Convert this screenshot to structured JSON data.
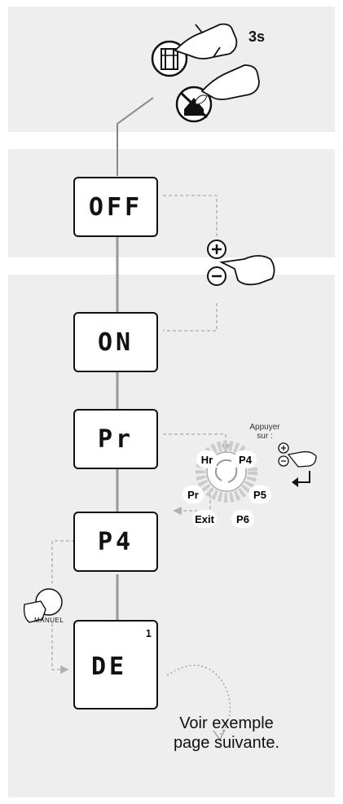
{
  "hold_time": "3s",
  "displays": {
    "off": "OFF",
    "on": "ON",
    "pr": "Pr",
    "p4": "P4",
    "de": "DE",
    "de_corner": "1"
  },
  "instruction": {
    "line1": "Appuyer",
    "line2": "sur :"
  },
  "menu_cycle": {
    "items": [
      "Hr",
      "P4",
      "P5",
      "P6",
      "Exit",
      "Pr"
    ]
  },
  "manual_button_label": "MANUEL",
  "footer": {
    "line1": "Voir exemple",
    "line2": "page suivante."
  },
  "colors": {
    "panel": "#eeeeee",
    "arrow": "#b0b0b0",
    "text": "#111111"
  },
  "icons": [
    "building-icon",
    "eco-home-off-icon",
    "plus-icon",
    "minus-icon",
    "pointing-hand-icon",
    "recycle-arrows-icon",
    "sun-icon",
    "enter-icon"
  ]
}
